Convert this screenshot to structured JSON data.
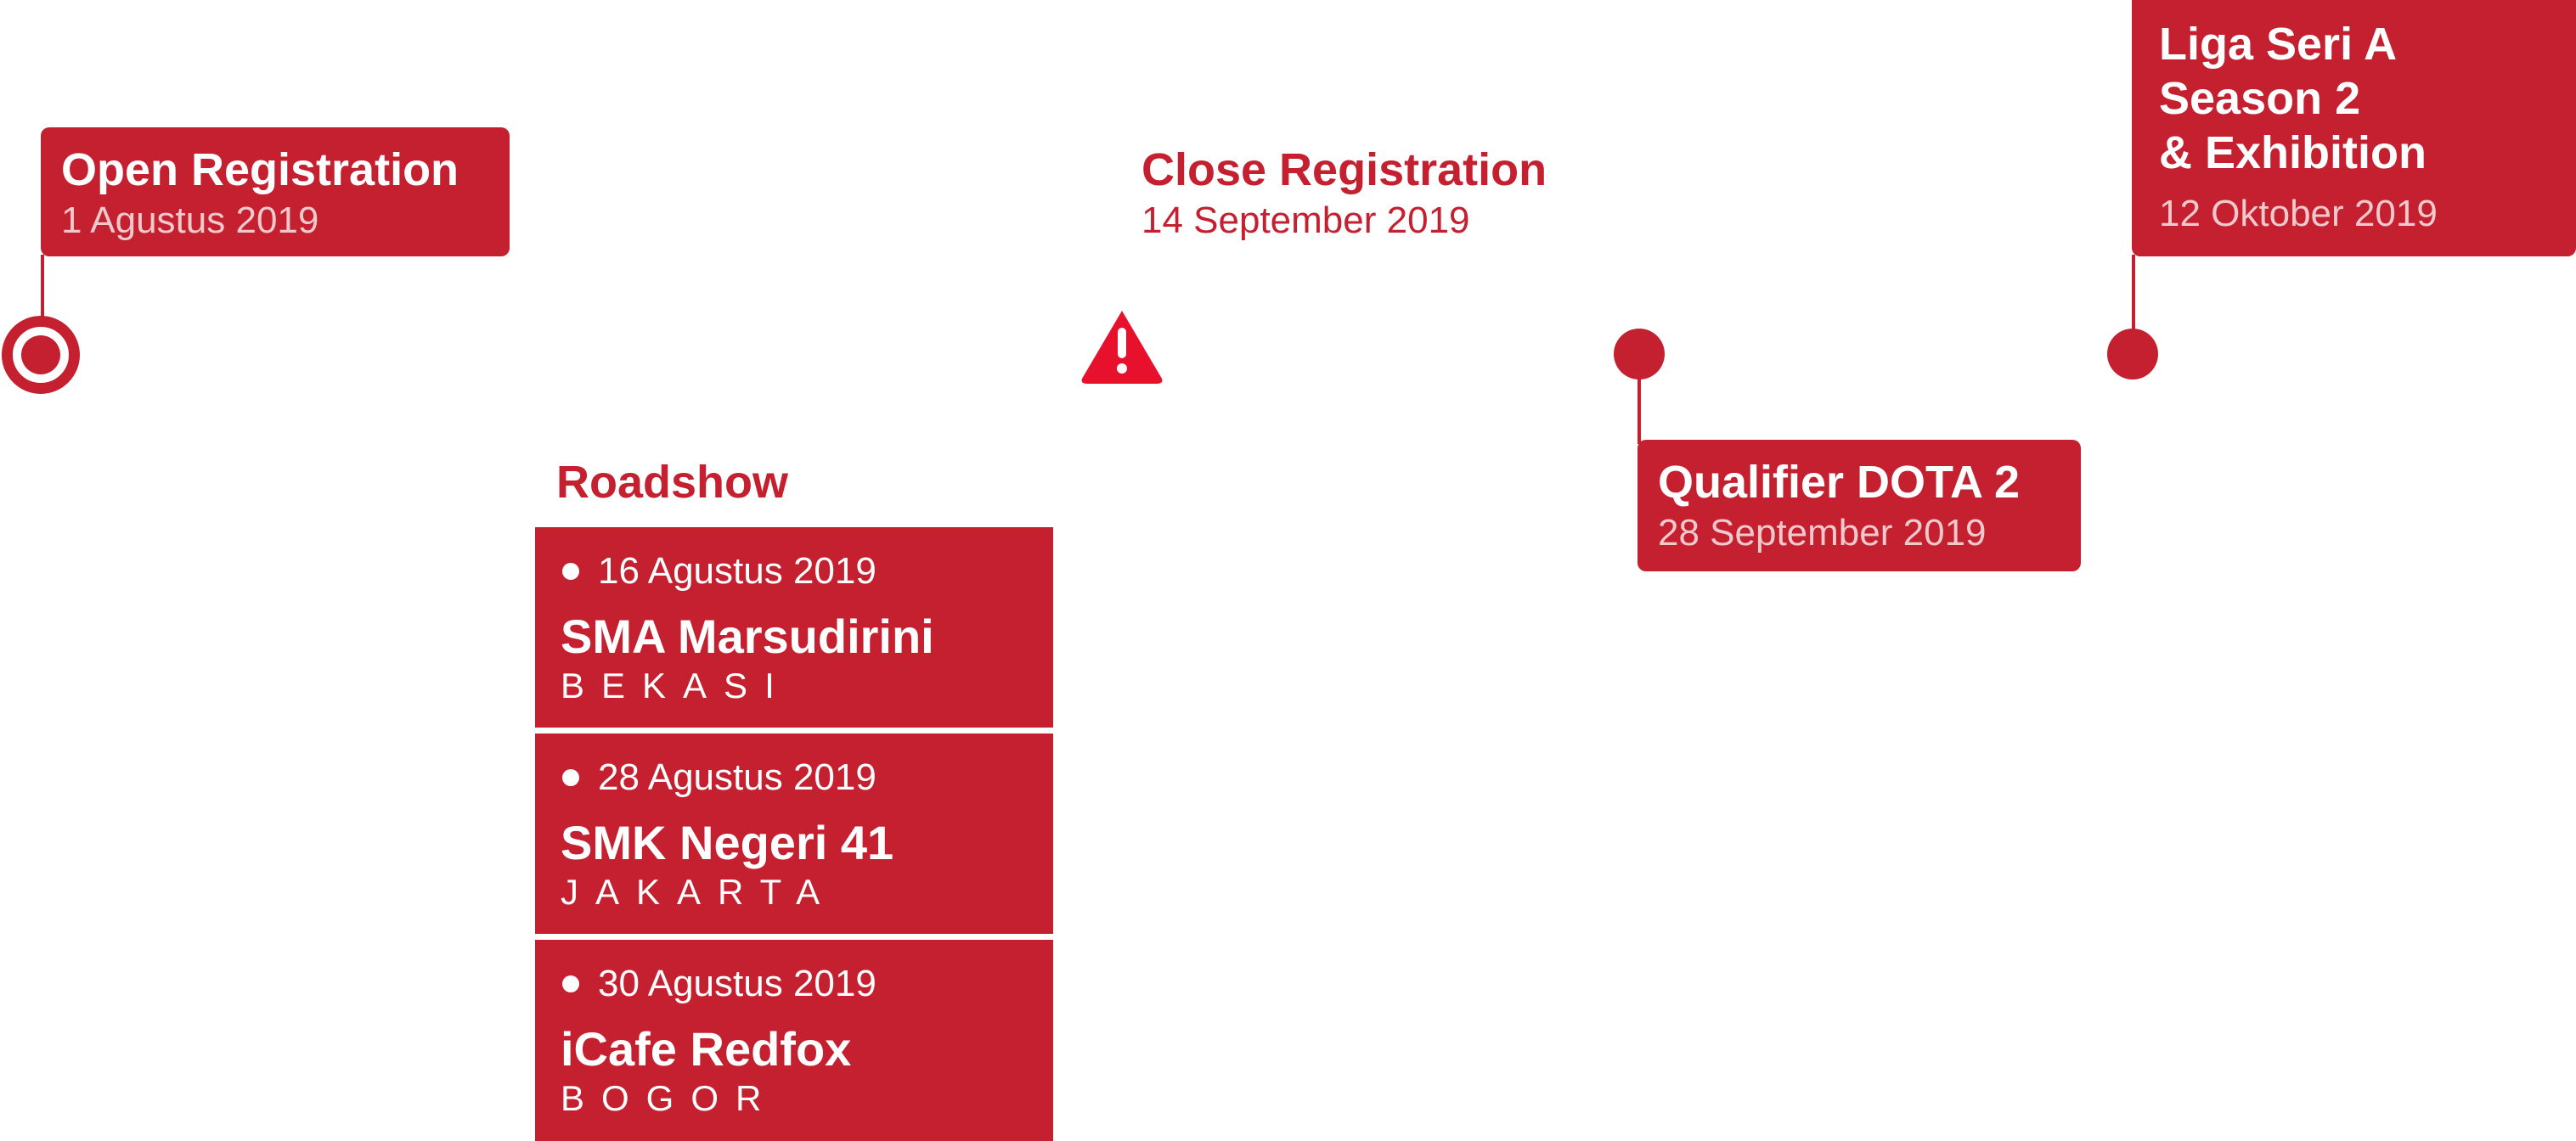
{
  "timeline": {
    "open": {
      "title": "Open Registration",
      "date": "1 Agustus 2019"
    },
    "close": {
      "title": "Close Registration",
      "date": "14 September 2019"
    },
    "qualifier": {
      "title": "Qualifier DOTA 2",
      "date": "28 September 2019"
    },
    "liga": {
      "title": "Liga Seri A\nSeason 2\n& Exhibition",
      "date": "12 Oktober 2019"
    },
    "warning_icon": "warning-triangle-icon"
  },
  "roadshow": {
    "heading": "Roadshow",
    "items": [
      {
        "date": "16 Agustus 2019",
        "name": "SMA Marsudirini",
        "city": "BEKASI"
      },
      {
        "date": "28 Agustus 2019",
        "name": "SMK Negeri 41",
        "city": "JAKARTA"
      },
      {
        "date": "30 Agustus 2019",
        "name": "iCafe Redfox",
        "city": "BOGOR"
      }
    ]
  },
  "colors": {
    "accent": "#c4202f",
    "warning": "#e8112d",
    "date_muted": "#f0c9cd"
  }
}
